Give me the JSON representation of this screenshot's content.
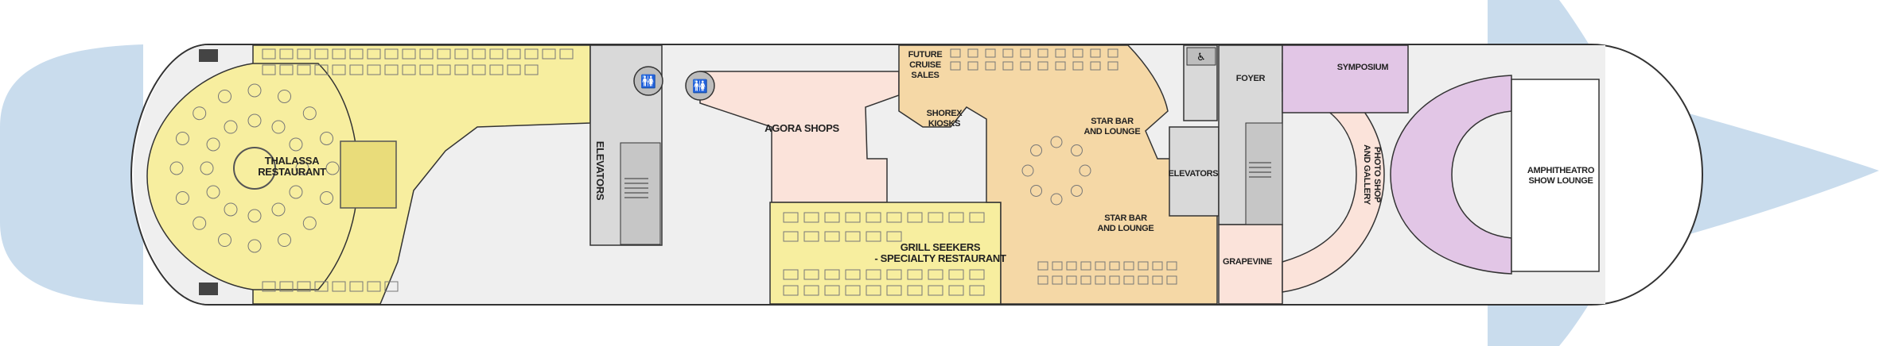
{
  "colors": {
    "water": "#c9dced",
    "hull": "#ffffff",
    "restaurant": "#f7ee9f",
    "lounge": "#f5d8a6",
    "shops": "#fbe3da",
    "theatre": "#e2c6e6",
    "service": "#d9d9d9",
    "corridor": "#efefef",
    "outline": "#333333"
  },
  "rooms": {
    "thalassa": [
      "THALASSA",
      "RESTAURANT"
    ],
    "elevators_mid": [
      "ELEVATORS"
    ],
    "agora": [
      "AGORA SHOPS"
    ],
    "future_cruise": [
      "FUTURE",
      "CRUISE",
      "SALES"
    ],
    "shorex": [
      "SHOREX",
      "KIOSKS"
    ],
    "star_bar_1": [
      "STAR BAR",
      "AND LOUNGE"
    ],
    "star_bar_2": [
      "STAR BAR",
      "AND LOUNGE"
    ],
    "grill": [
      "GRILL SEEKERS",
      "- SPECIALTY RESTAURANT"
    ],
    "elevators_fwd": [
      "ELEVATORS"
    ],
    "foyer": [
      "FOYER"
    ],
    "grapevine": [
      "GRAPEVINE"
    ],
    "symposium": [
      "SYMPOSIUM"
    ],
    "photo_shop": [
      "PHOTO SHOP",
      "AND GALLERY"
    ],
    "amphitheatro": [
      "AMPHITHEATRO",
      "SHOW LOUNGE"
    ]
  },
  "icons": {
    "restroom": "restroom-icon",
    "stairs": "stairs-icon",
    "lifeboat": "lifeboat-icon",
    "accessible": "accessible-icon"
  }
}
